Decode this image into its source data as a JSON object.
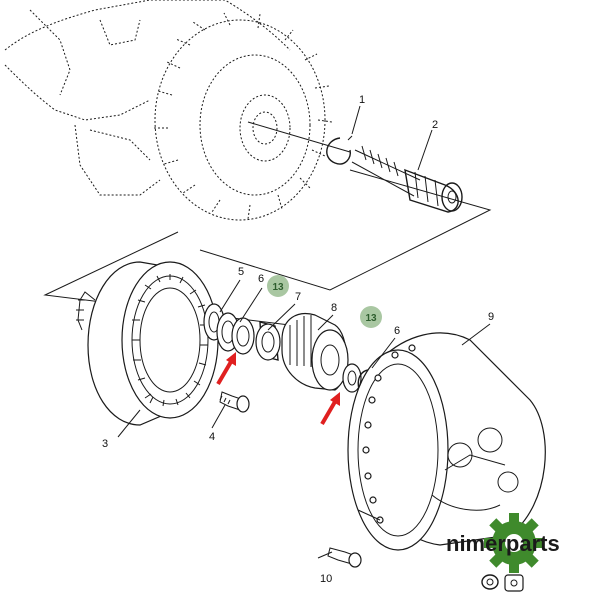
{
  "diagram": {
    "callouts": {
      "c1": "1",
      "c2": "2",
      "c3": "3",
      "c4": "4",
      "c5": "5",
      "c6a": "6",
      "c6b": "6",
      "c7": "7",
      "c8": "8",
      "c9": "9",
      "c10": "10"
    },
    "badges": {
      "b13a": "13",
      "b13b": "13"
    },
    "colors": {
      "badge_fill": "#a9c7a2",
      "arrow_red": "#e02020",
      "gear_green": "#3f8a2c"
    }
  },
  "watermark": {
    "brand_text": "nimerparts"
  }
}
